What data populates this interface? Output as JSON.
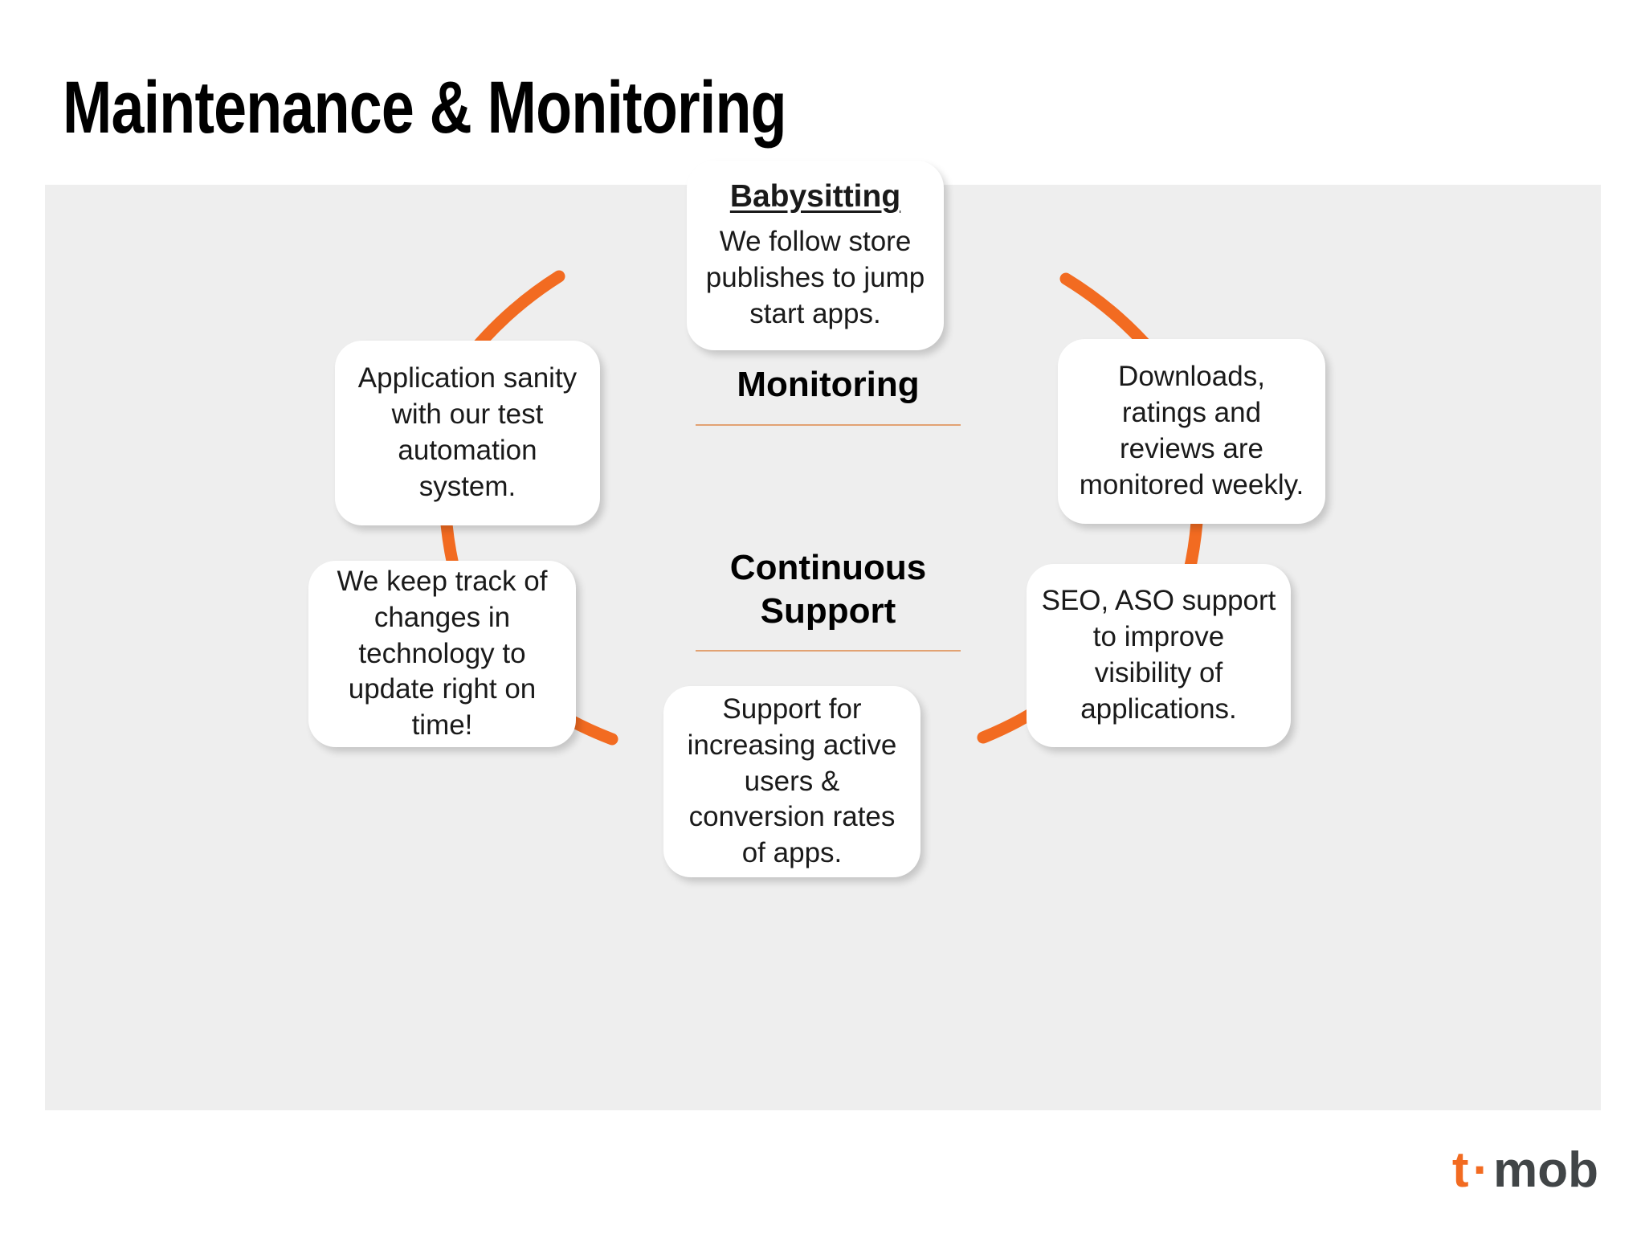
{
  "slide": {
    "title": "Maintenance & Monitoring",
    "panel_bg": "#EEEEEE",
    "accent_color": "#F26B21",
    "rule_color": "#E2A273"
  },
  "center_labels": [
    {
      "id": "monitoring",
      "text": "Monitoring"
    },
    {
      "id": "continuous-support",
      "text": "Continuous\nSupport",
      "line1": "Continuous",
      "line2": "Support"
    }
  ],
  "cards": [
    {
      "id": "babysitting",
      "position": "top",
      "title": "Babysitting",
      "body": "We follow store publishes to jump start apps."
    },
    {
      "id": "downloads-ratings",
      "position": "right-top",
      "title": "",
      "body": "Downloads, ratings and reviews are monitored weekly."
    },
    {
      "id": "seo-aso",
      "position": "right-bottom",
      "title": "",
      "body": "SEO, ASO support to improve visibility of applications."
    },
    {
      "id": "active-users",
      "position": "bottom",
      "title": "",
      "body": "Support for increasing active users & conversion rates of apps."
    },
    {
      "id": "tech-changes",
      "position": "left-bottom",
      "title": "",
      "body": "We keep track of changes in technology to update right on time!"
    },
    {
      "id": "app-sanity",
      "position": "left-top",
      "title": "",
      "body": "Application sanity with our test automation system."
    }
  ],
  "logo": {
    "part_t": "t",
    "part_dot": "·",
    "part_mob": "mob",
    "t_color": "#F26B21",
    "mob_color": "#414547"
  }
}
